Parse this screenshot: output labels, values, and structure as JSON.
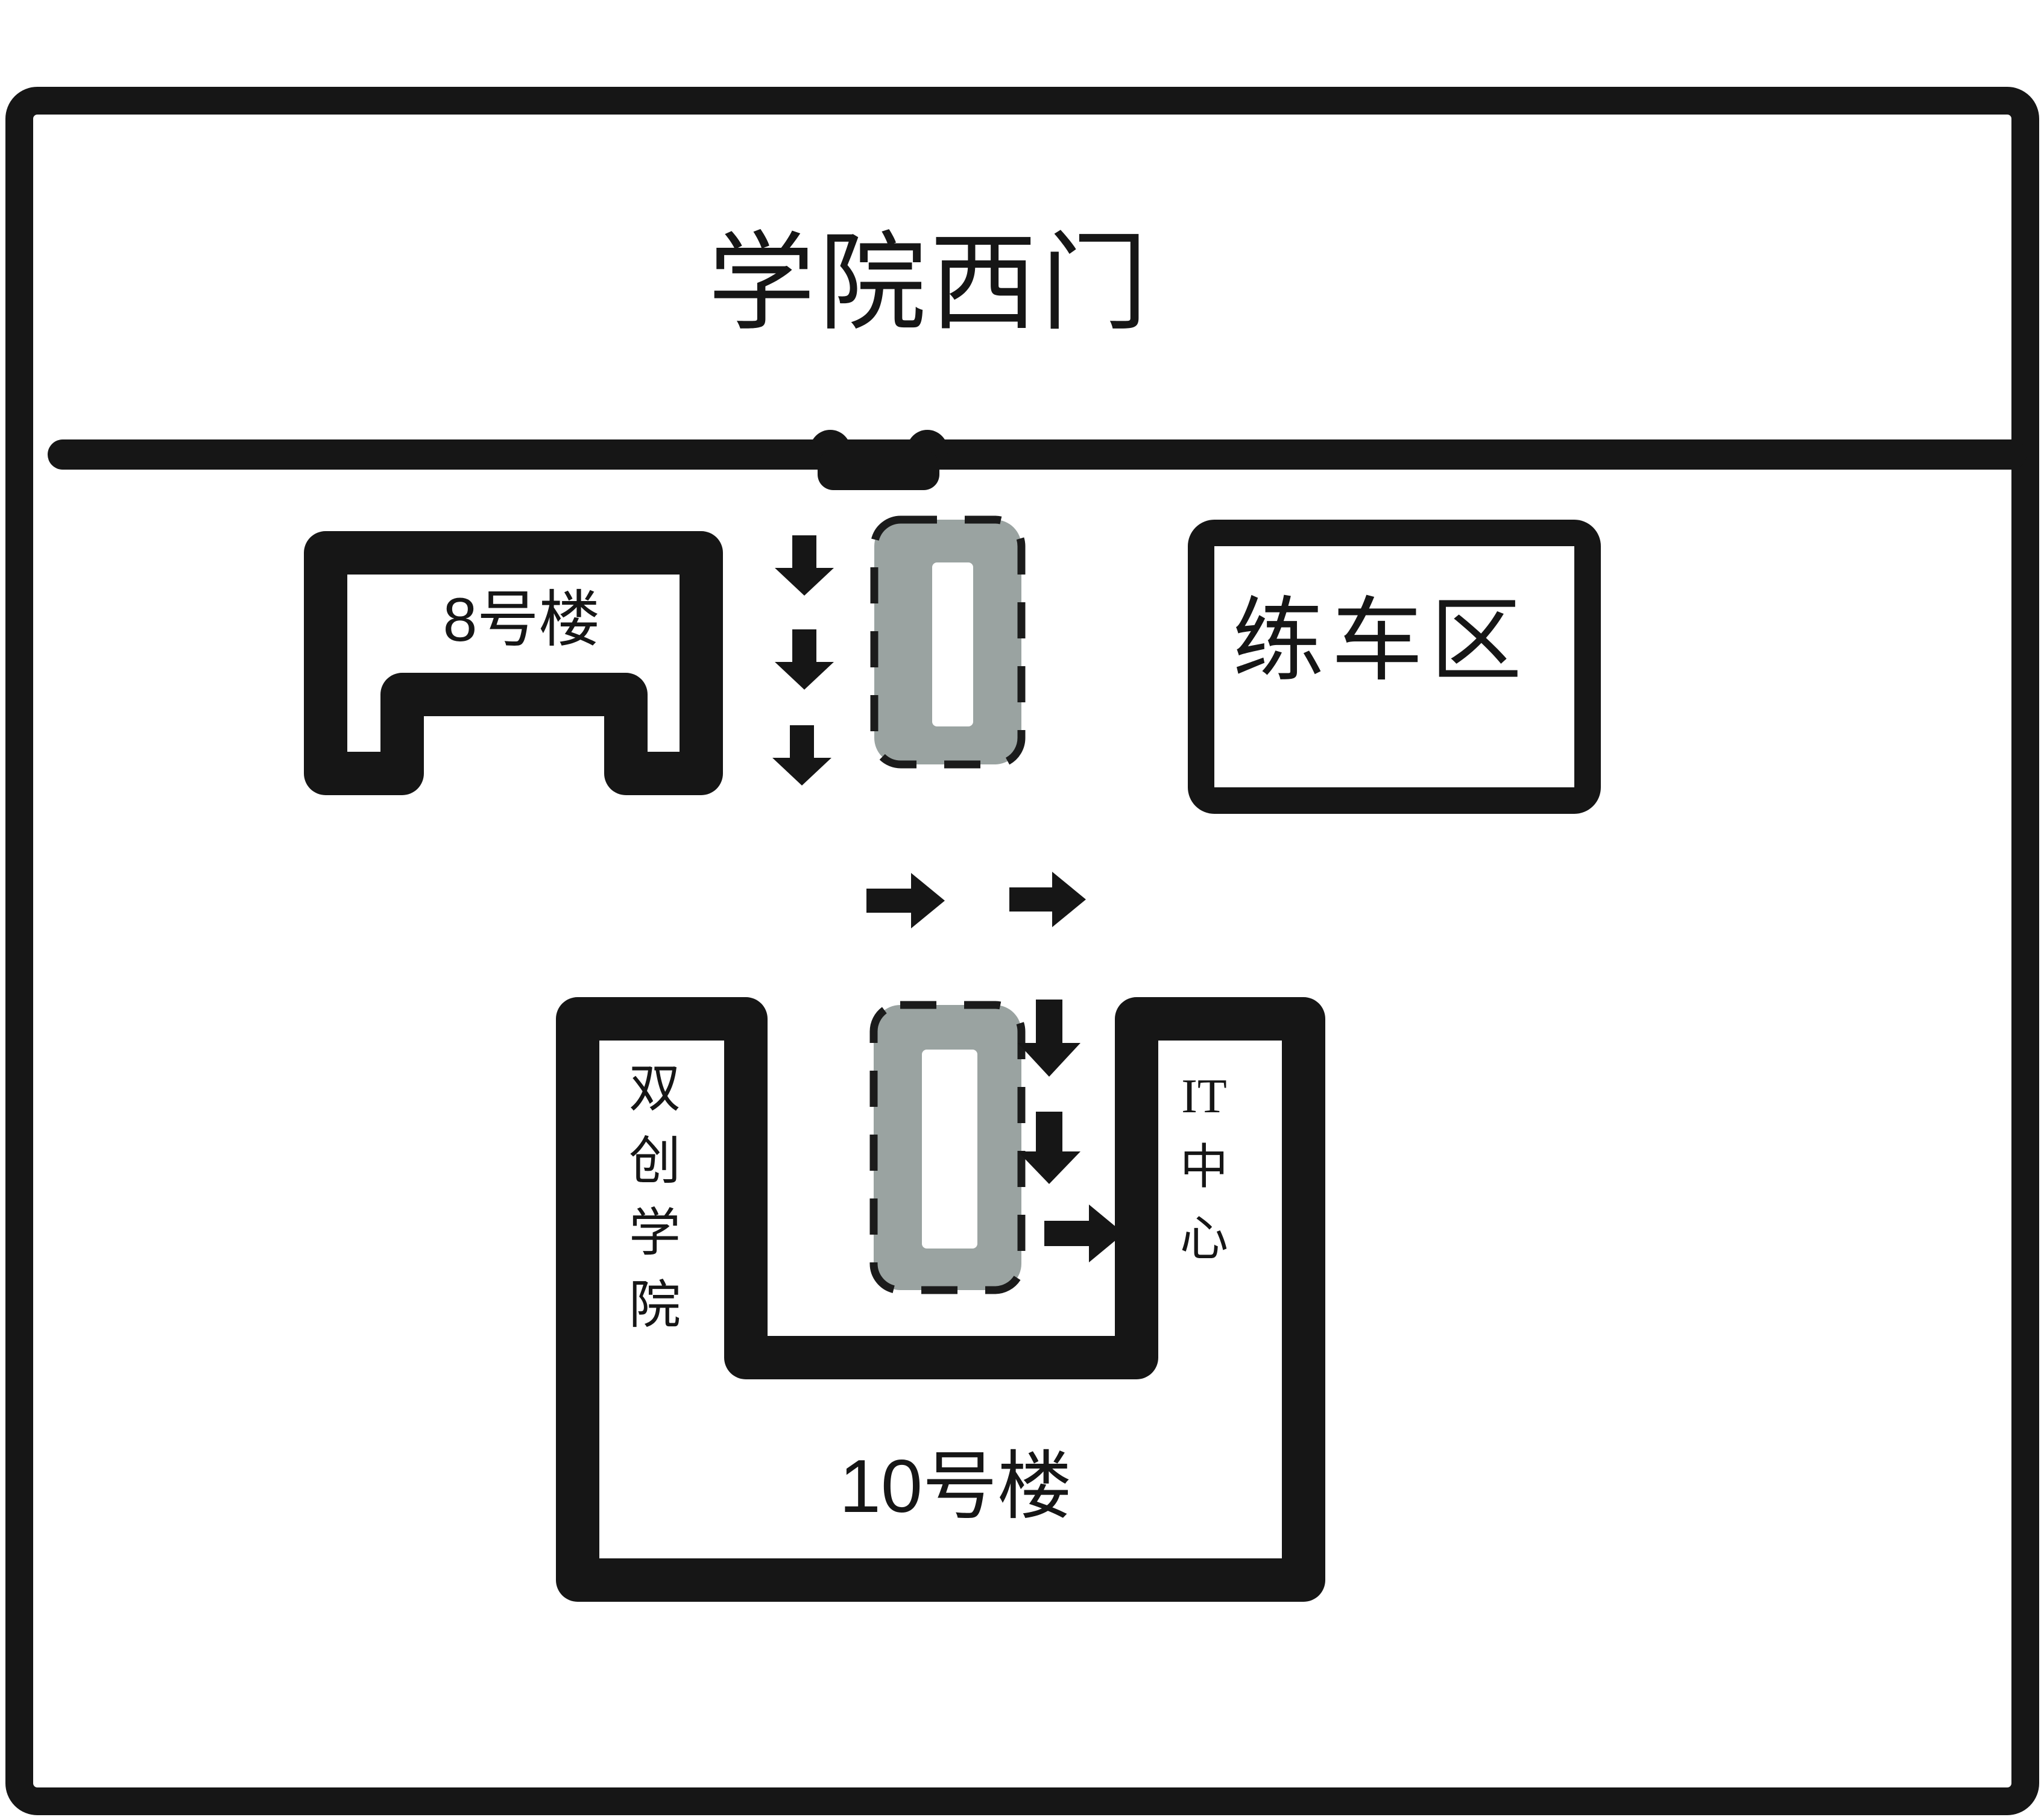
{
  "title": "学院西门",
  "buildings": {
    "building_8": {
      "label": "8号楼"
    },
    "building_10": {
      "label": "10号楼"
    },
    "practice_area": {
      "label": "练车区"
    },
    "innovation_college": {
      "label": "双创学院"
    },
    "it_center": {
      "label": "IT中心"
    }
  },
  "route": {
    "down_arrows_upper": 3,
    "right_arrows_middle": 2,
    "down_arrows_lower": 2,
    "right_arrows_to_it_center": 1
  },
  "colors": {
    "ink": "#161616",
    "block_fill": "#9aa3a1",
    "block_dash": "#1b1b1b",
    "background": "#ffffff"
  }
}
